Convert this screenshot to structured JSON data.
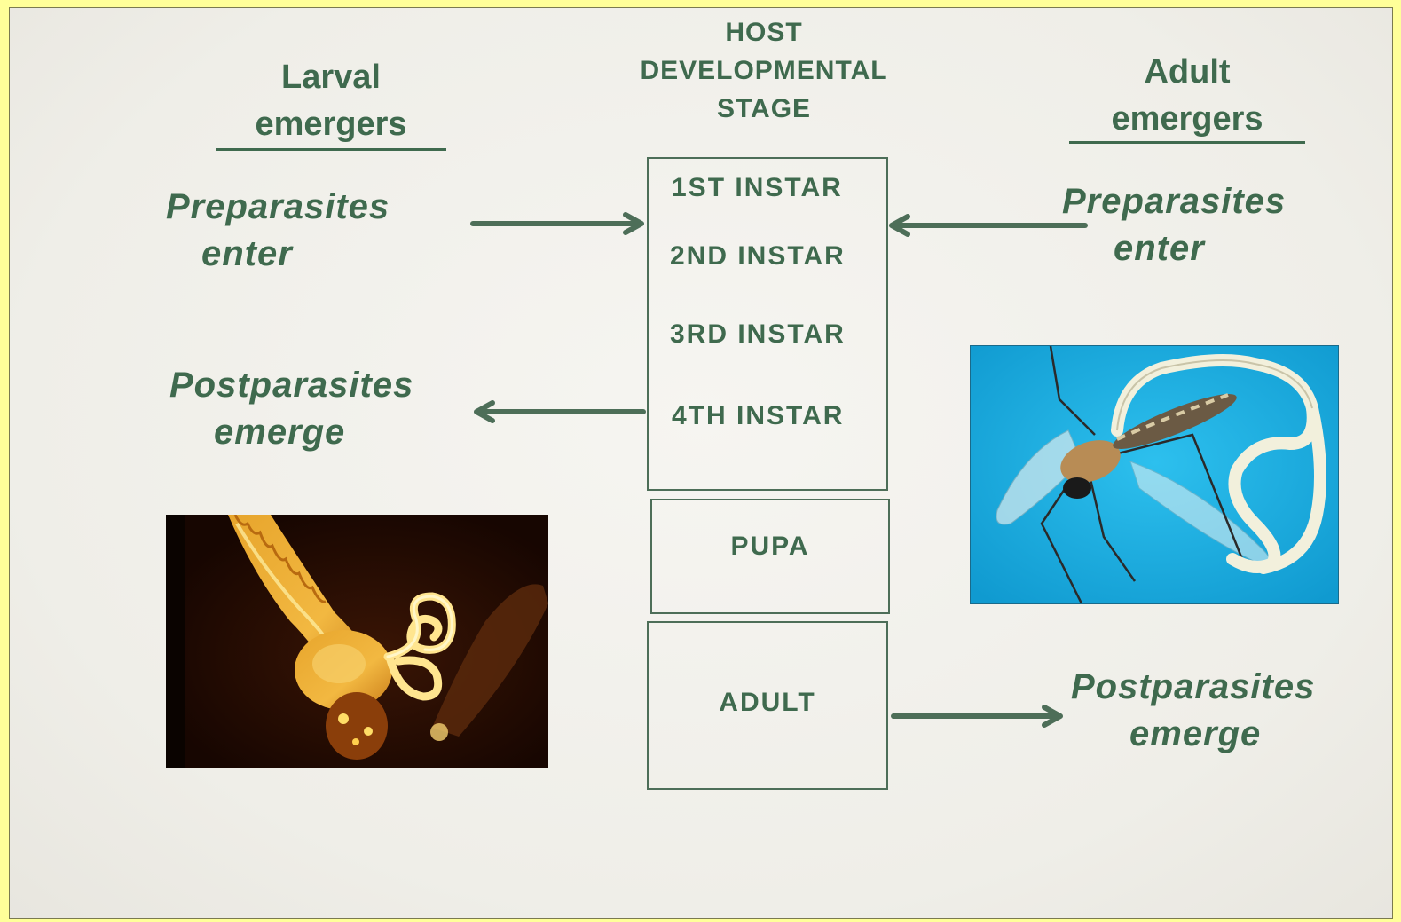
{
  "header": {
    "line1": "HOST",
    "line2": "DEVELOPMENTAL",
    "line3": "STAGE"
  },
  "left": {
    "title_line1": "Larval",
    "title_line2": "emergers",
    "enter_line1": "Preparasites",
    "enter_line2": "enter",
    "emerge_line1": "Postparasites",
    "emerge_line2": "emerge"
  },
  "right": {
    "title_line1": "Adult",
    "title_line2": "emergers",
    "enter_line1": "Preparasites",
    "enter_line2": "enter",
    "emerge_line1": "Postparasites",
    "emerge_line2": "emerge"
  },
  "stages": {
    "instar1": "1ST  INSTAR",
    "instar2": "2ND  INSTAR",
    "instar3": "3RD  INSTAR",
    "instar4": "4TH  INSTAR",
    "pupa": "PUPA",
    "adult": "ADULT"
  },
  "colors": {
    "frame": "#ffff99",
    "text": "#3f6a4e",
    "photo_left_bg": "#2a0d02",
    "photo_right_bg": "#1fb0e0"
  },
  "icons": {
    "left_photo": "mosquito-larva-with-nematode-photo",
    "right_photo": "adult-mosquito-with-nematode-photo"
  }
}
